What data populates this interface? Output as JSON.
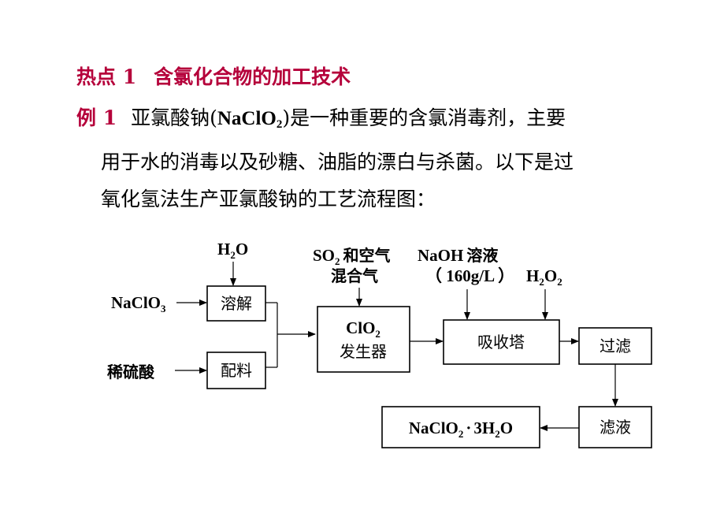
{
  "hotspot": {
    "label": "热点 1",
    "title": "含氯化合物的加工技术"
  },
  "example": {
    "label": "例 1",
    "line1_pre": "亚氯酸钠(",
    "formula_main": "NaClO",
    "formula_sub": "2",
    "line1_post": ")是一种重要的含氯消毒剂，主要",
    "line2": "用于水的消毒以及砂糖、油脂的漂白与杀菌。以下是过",
    "line3": "氧化氢法生产亚氯酸钠的工艺流程图："
  },
  "flowchart": {
    "boxes": {
      "dissolve": "溶解",
      "mix": "配料",
      "generator_formula": "ClO",
      "generator_sub": "2",
      "generator_label": "发生器",
      "absorber": "吸收塔",
      "filter": "过滤",
      "filtrate": "滤液",
      "product_main": "NaClO",
      "product_sub": "2",
      "product_dot": "·",
      "product_h": "3H",
      "product_sub2": "2",
      "product_o": "O"
    },
    "inputs": {
      "water_h": "H",
      "water_sub": "2",
      "water_o": "O",
      "naclo3_main": "NaClO",
      "naclo3_sub": "3",
      "acid": "稀硫酸",
      "so2_main": "SO",
      "so2_sub": "2",
      "so2_rest": "和空气",
      "so2_line2": "混合气",
      "naoh_main": "NaOH",
      "naoh_rest": "溶液",
      "naoh_conc": "（ 160g/L ）",
      "h2o2_h": "H",
      "h2o2_sub": "2",
      "h2o2_o": "O",
      "h2o2_sub2": "2"
    }
  }
}
